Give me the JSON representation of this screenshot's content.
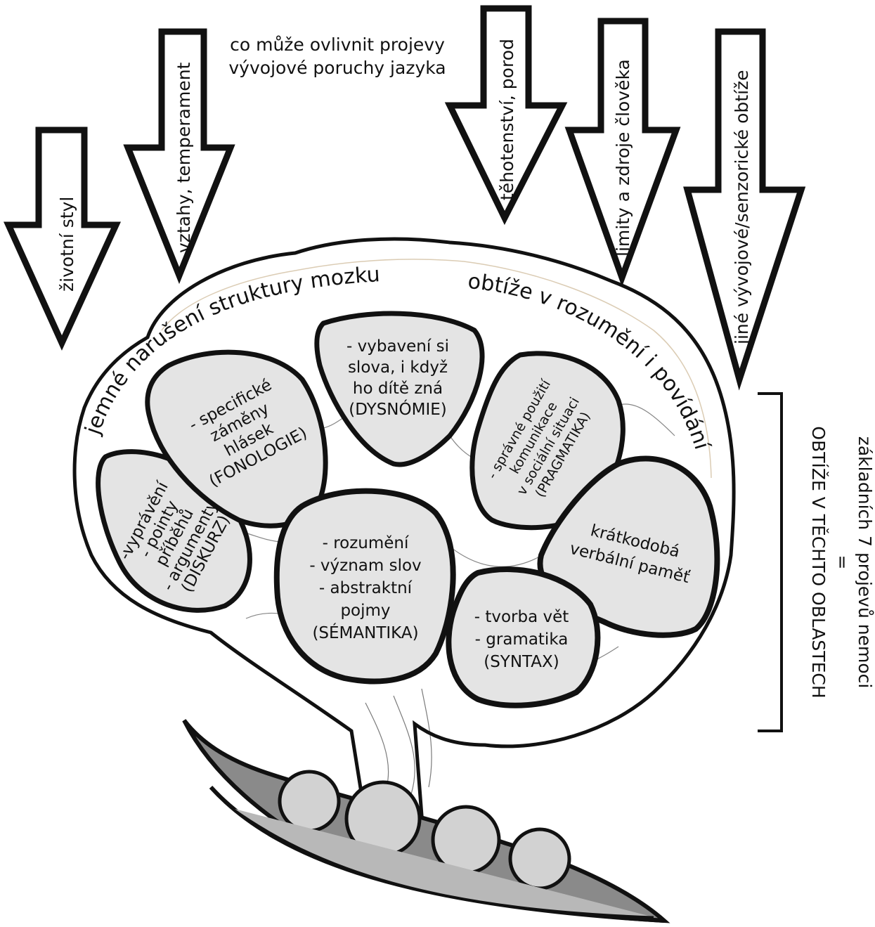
{
  "intro": {
    "line1": "co může ovlivnit projevy",
    "line2": "vývojové poruchy jazyka"
  },
  "arrows": [
    {
      "label": "životní styl"
    },
    {
      "label": "vztahy, temperament"
    },
    {
      "label": "těhotenství, porod"
    },
    {
      "label": "limity a zdroje člověka"
    },
    {
      "label": "jiné vývojové/senzorické obtíže"
    }
  ],
  "brain": {
    "arc_left": "jemné narušení struktury mozku:",
    "arc_right": "obtíže v rozumění i povídání"
  },
  "pods": [
    {
      "id": "diskurz",
      "lines": [
        "-vyprávění",
        "- pointy",
        "příběhů",
        "- argumenty",
        "(DISKURZ)"
      ]
    },
    {
      "id": "fonologie",
      "lines": [
        "- specifické",
        "záměny",
        "hlásek",
        "(FONOLOGIE)"
      ]
    },
    {
      "id": "dysnomie",
      "lines": [
        "- vybavení si",
        "slova, i když",
        "ho dítě zná",
        "(DYSNÓMIE)"
      ]
    },
    {
      "id": "pragmatika",
      "lines": [
        "- správné použití",
        "komunikace",
        "v sociální situaci",
        "(PRAGMATIKA)"
      ]
    },
    {
      "id": "semantika",
      "lines": [
        "- rozumění",
        "- význam slov",
        "- abstraktní",
        "pojmy",
        "(SÉMANTIKA)"
      ]
    },
    {
      "id": "pamet",
      "lines": [
        "krátkodobá",
        "verbální paměť"
      ]
    },
    {
      "id": "syntax",
      "lines": [
        "- tvorba vět",
        "- gramatika",
        "(SYNTAX)"
      ]
    }
  ],
  "side_note": {
    "line1": "základních 7 projevů nemoci",
    "line2": "=",
    "line3": "OBTÍŽE V TĚCHTO OBLASTECH"
  },
  "colors": {
    "pod_fill": "#e4e4e4",
    "outline": "#111111",
    "pea_fill": "#c8c8c8",
    "pod_shell": "#8a8a8a"
  }
}
